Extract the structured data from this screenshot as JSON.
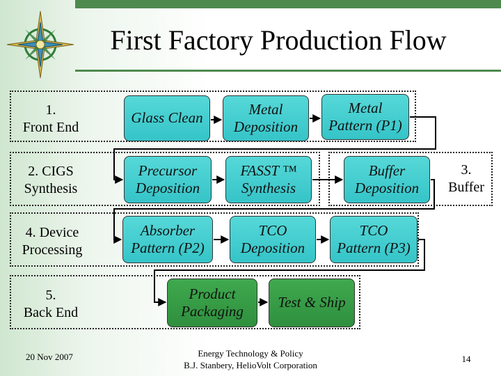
{
  "title": "First Factory Production Flow",
  "stages": {
    "front_end": "1.\nFront End",
    "cigs_synthesis": "2. CIGS\nSynthesis",
    "buffer": "3.\nBuffer",
    "device_processing": "4. Device\nProcessing",
    "back_end": "5.\nBack End"
  },
  "steps": {
    "glass_clean": "Glass Clean",
    "metal_deposition": "Metal\nDeposition",
    "metal_pattern": "Metal\nPattern (P1)",
    "precursor_deposition": "Precursor\nDeposition",
    "fasst_synthesis": "FASST ™\nSynthesis",
    "buffer_deposition": "Buffer\nDeposition",
    "absorber_pattern": "Absorber\nPattern (P2)",
    "tco_deposition": "TCO\nDeposition",
    "tco_pattern": "TCO\nPattern (P3)",
    "product_packaging": "Product\nPackaging",
    "test_ship": "Test & Ship"
  },
  "footer": {
    "date": "20 Nov 2007",
    "org": "Energy Technology & Policy\nB.J. Stanbery, HelioVolt Corporation",
    "page": "14"
  },
  "colors": {
    "cyan_box": "#45cdd0",
    "green_box": "#3a9f48",
    "accent_bar": "#4e8a4e"
  }
}
